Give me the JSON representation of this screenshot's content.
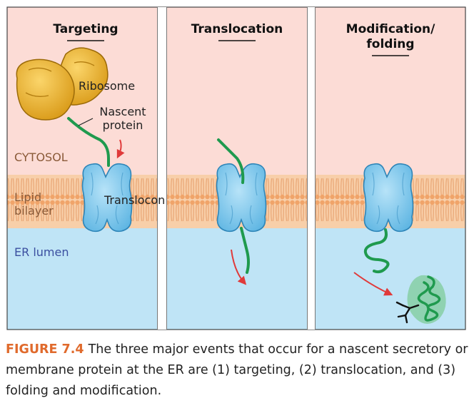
{
  "panels": [
    {
      "title": "Targeting"
    },
    {
      "title": "Translocation"
    },
    {
      "title_line1": "Modification/",
      "title_line2": "folding"
    }
  ],
  "labels": {
    "ribosome": "Ribosome",
    "nascent_line1": "Nascent",
    "nascent_line2": "protein",
    "cytosol": "CYTOSOL",
    "lipid_line1": "Lipid",
    "lipid_line2": "bilayer",
    "translocon": "Translocon",
    "er_lumen": "ER lumen"
  },
  "caption": {
    "figure_label": "FIGURE 7.4",
    "text": "The three major events that occur for a nascent secretory or membrane protein at the ER are (1) targeting, (2) translocation, and (3) folding and modification."
  },
  "colors": {
    "cytosol": "#fcdcd6",
    "lumen": "#bfe4f6",
    "lipid": "#f4b183",
    "ribosome": "#f0b72f",
    "translocon": "#8fd1f2",
    "protein": "#1f9a4e",
    "arrow": "#e03a3a",
    "figure_label": "#e06a2c"
  }
}
